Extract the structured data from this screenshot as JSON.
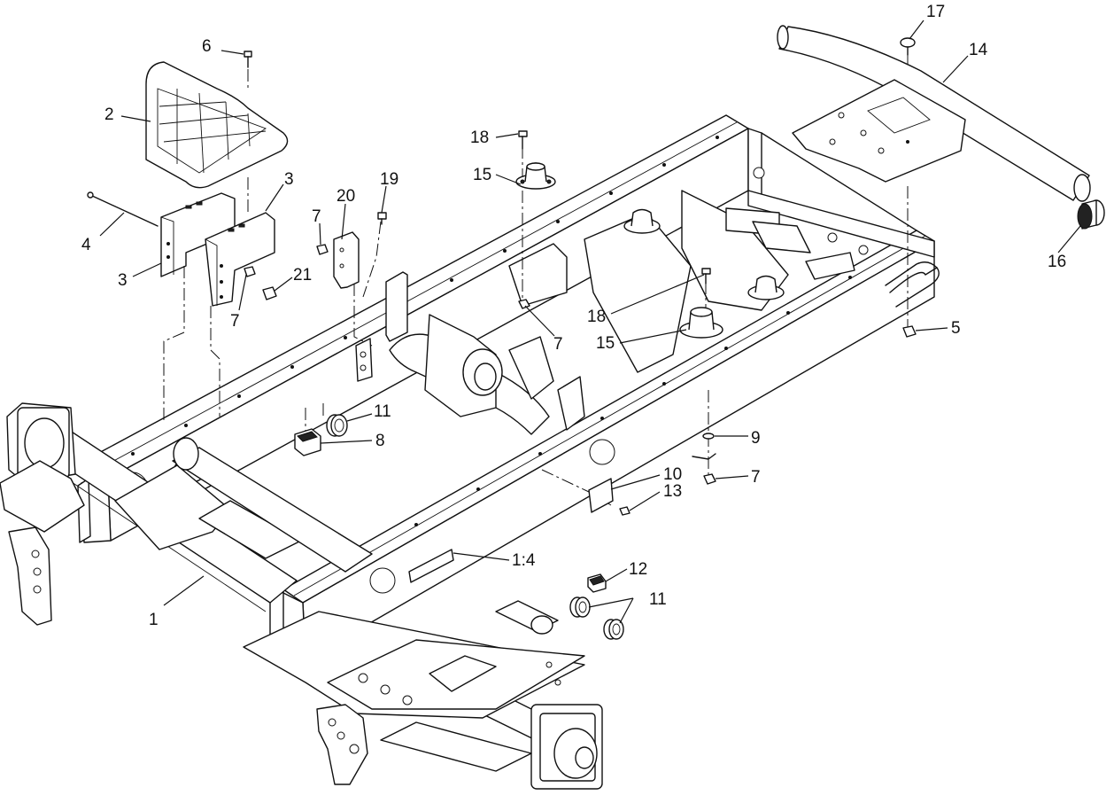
{
  "callouts": [
    {
      "id": "c6",
      "text": "6"
    },
    {
      "id": "c2",
      "text": "2"
    },
    {
      "id": "c3a",
      "text": "3"
    },
    {
      "id": "c4",
      "text": "4"
    },
    {
      "id": "c3b",
      "text": "3"
    },
    {
      "id": "c7a",
      "text": "7"
    },
    {
      "id": "c20",
      "text": "20"
    },
    {
      "id": "c19",
      "text": "19"
    },
    {
      "id": "c21",
      "text": "21"
    },
    {
      "id": "c7b",
      "text": "7"
    },
    {
      "id": "c18a",
      "text": "18"
    },
    {
      "id": "c15a",
      "text": "15"
    },
    {
      "id": "c7c",
      "text": "7"
    },
    {
      "id": "c18b",
      "text": "18"
    },
    {
      "id": "c15b",
      "text": "15"
    },
    {
      "id": "c17",
      "text": "17"
    },
    {
      "id": "c14",
      "text": "14"
    },
    {
      "id": "c16",
      "text": "16"
    },
    {
      "id": "c5",
      "text": "5"
    },
    {
      "id": "c9",
      "text": "9"
    },
    {
      "id": "c7d",
      "text": "7"
    },
    {
      "id": "c10",
      "text": "10"
    },
    {
      "id": "c13",
      "text": "13"
    },
    {
      "id": "c11a",
      "text": "11"
    },
    {
      "id": "c8",
      "text": "8"
    },
    {
      "id": "c1_4",
      "text": "1:4"
    },
    {
      "id": "c12",
      "text": "12"
    },
    {
      "id": "c11b",
      "text": "11"
    },
    {
      "id": "c1",
      "text": "1"
    }
  ]
}
